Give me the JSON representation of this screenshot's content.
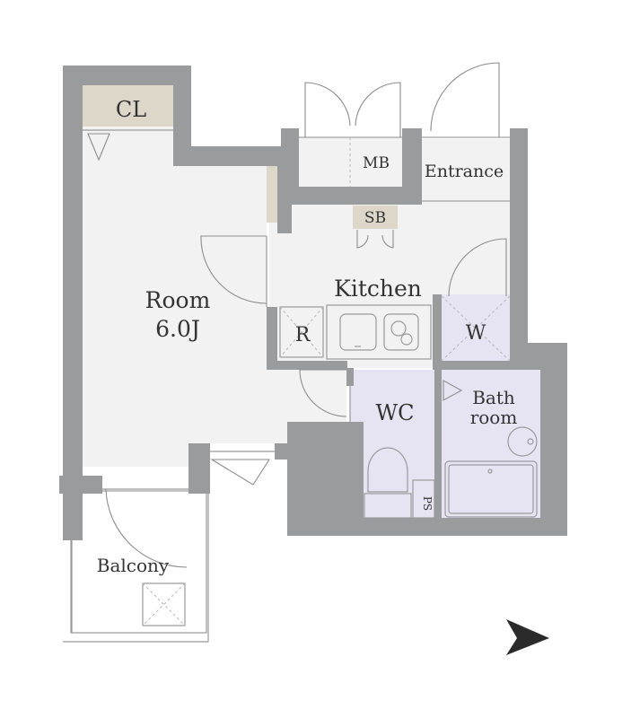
{
  "rooms": {
    "closet": "CL",
    "meter_box": "MB",
    "entrance": "Entrance",
    "shoe_box": "SB",
    "kitchen": "Kitchen",
    "room_name": "Room",
    "room_size": "6.0J",
    "refrigerator": "R",
    "washer": "W",
    "wc": "WC",
    "bath_line1": "Bath",
    "bath_line2": "room",
    "pipe_space": "PS",
    "balcony": "Balcony"
  },
  "colors": {
    "wall": "#999b9d",
    "floor": "#f2f2f3",
    "storage": "#ddd7c9",
    "wet_area": "#e6e4f3"
  },
  "icons": {
    "north_arrow": "north-arrow-icon"
  }
}
